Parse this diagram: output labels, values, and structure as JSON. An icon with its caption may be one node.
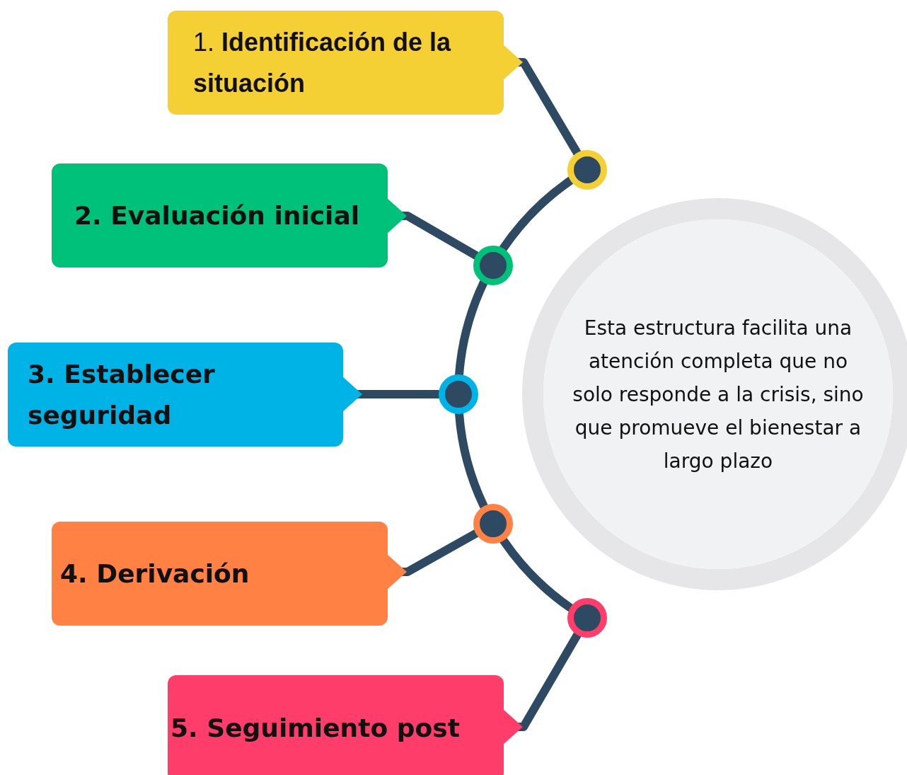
{
  "diagram": {
    "nodes": [
      {
        "text": [
          "1. **Identificación de la situación**"
        ]
      },
      {
        "text": [
          "2. Evaluación inicial"
        ]
      },
      {
        "text": [
          "3. Establecer seguridad"
        ]
      },
      {
        "text": [
          "4. Derivación"
        ]
      },
      {
        "text": [
          "5. Seguimiento post"
        ]
      },
      {
        "text": [],
        "shape": "circle"
      },
      {
        "text": [],
        "shape": "circle"
      },
      {
        "text": [],
        "shape": "circle"
      },
      {
        "text": [],
        "shape": "circle"
      },
      {
        "text": [],
        "shape": "circle"
      },
      {
        "text": [
          "Esta estructura facilita una atención completa que no solo responde a la crisis, sino que promueve el bienestar a largo plazo"
        ]
      }
    ],
    "edges": [
      {
        "from": 0,
        "to": 5,
        "arrow": "none"
      },
      {
        "from": 1,
        "to": 6,
        "arrow": "none"
      },
      {
        "from": 2,
        "to": 7,
        "arrow": "none"
      },
      {
        "from": 3,
        "to": 8,
        "arrow": "none"
      },
      {
        "from": 4,
        "to": 9,
        "arrow": "none"
      },
      {
        "from": 5,
        "to": 6,
        "arrow": "none"
      },
      {
        "from": 6,
        "to": 7,
        "arrow": "none"
      },
      {
        "from": 7,
        "to": 8,
        "arrow": "none"
      },
      {
        "from": 8,
        "to": 9,
        "arrow": "none"
      }
    ]
  }
}
